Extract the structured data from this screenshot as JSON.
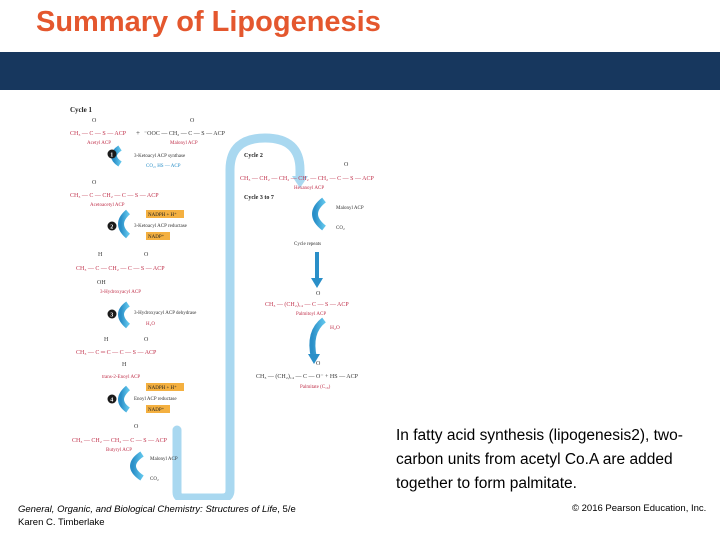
{
  "slide": {
    "title": "Summary of Lipogenesis",
    "caption": "In fatty acid synthesis (lipogenesis2), two-carbon units from acetyl Co.A are added together to form palmitate.",
    "footer": {
      "book_title": "General, Organic, and Biological Chemistry: Structures of Life",
      "edition": ", 5/e",
      "author": "Karen C. Timberlake",
      "copyright": "© 2016 Pearson Education, Inc."
    }
  },
  "diagram": {
    "cycle1_label": "Cycle 1",
    "cycle2_label": "Cycle 2",
    "cycle3to7_label": "Cycle 3 to 7",
    "acetyl_acp": {
      "formula_left": "CH₃ — C — S — ACP",
      "name": "Acetyl ACP"
    },
    "plus": "+",
    "malonyl_acp": {
      "formula": "⁻OOC — CH₂ — C — S — ACP",
      "name": "Malonyl ACP"
    },
    "steps": [
      {
        "number": "1",
        "enzyme": "3-Ketoacyl ACP synthase",
        "side": "CO₂, HS — ACP"
      },
      {
        "number": "2",
        "enzyme": "3-Ketoacyl ACP reductase",
        "cofactor_in": "NADPH + H⁺",
        "cofactor_out": "NADP⁺"
      },
      {
        "number": "3",
        "enzyme": "3-Hydroxyacyl ACP dehydrase",
        "side": "H₂O"
      },
      {
        "number": "4",
        "enzyme": "Enoyl ACP reductase",
        "cofactor_in": "NADPH + H⁺",
        "cofactor_out": "NADP⁺"
      }
    ],
    "intermediates": [
      {
        "formula": "CH₃ — C — CH₂ — C — S — ACP",
        "name": "Acetoacetyl ACP"
      },
      {
        "formula": "CH₃ — C — CH₂ — C — S — ACP",
        "name": "3-Hydroxyacyl ACP"
      },
      {
        "formula": "CH₃ — C ═ C — C — S — ACP",
        "name": "trans-2-Enoyl ACP"
      },
      {
        "formula": "CH₃ — CH₂ — CH₂ — C — S — ACP",
        "name": "Butyryl ACP"
      }
    ],
    "bottom_malonyl": "Malonyl ACP",
    "bottom_co2": "CO₂",
    "hexanoyl": {
      "formula": "CH₃ — CH₂ — CH₂ — CH₂ — CH₂ — C — S — ACP",
      "name": "Hexanoyl ACP"
    },
    "right_malonyl": "Malonyl ACP",
    "right_co2": "CO₂",
    "cycle_repeats": "Cycle repeats",
    "palmitoyl": {
      "formula": "CH₃ — (CH₂)₁₄ — C — S — ACP",
      "name": "Palmitoyl ACP"
    },
    "h2o": "H₂O",
    "palmitate": {
      "formula": "CH₃ — (CH₂)₁₄ — C — O⁻ + HS — ACP",
      "name": "Palmitate (C₁₆)"
    },
    "atom_o": "O",
    "atom_h": "H",
    "atom_oh": "OH"
  }
}
